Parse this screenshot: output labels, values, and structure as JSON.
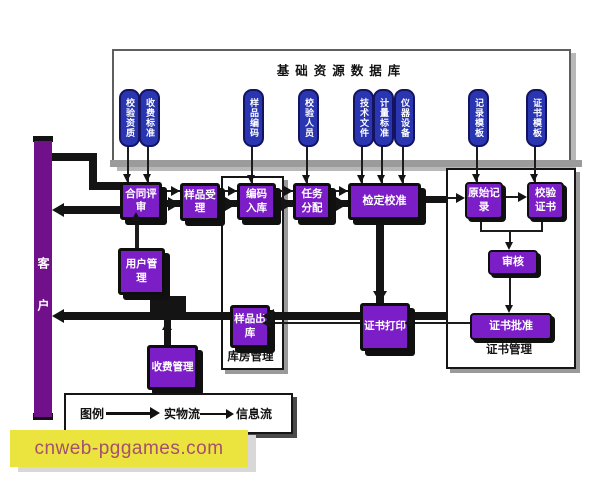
{
  "diagram": {
    "database": {
      "title": "基础资源数据库",
      "pills": [
        "校验资质",
        "收费标准",
        "样品编码",
        "校验人员",
        "技术文件",
        "计量标准",
        "仪器设备",
        "记录模板",
        "证书模板"
      ]
    },
    "actor": {
      "label": "客户"
    },
    "nodes": {
      "contract_review": "合同评审",
      "sample_accept": "样品受理",
      "code_instock": "编码入库",
      "task_assign": "任务分配",
      "calibration": "检定校准",
      "user_mgmt": "用户管理",
      "fee_mgmt": "收费管理",
      "sample_outstock": "样品出库",
      "cert_print": "证书打印",
      "original_record": "原始记录",
      "calib_cert": "校验证书",
      "audit": "审核",
      "cert_approve": "证书批准"
    },
    "groups": {
      "warehouse": "库房管理",
      "certificate": "证书管理"
    },
    "legend": {
      "label": "图例",
      "physical_flow": "实物流",
      "info_flow": "信息流"
    },
    "colors": {
      "node_purple": "#7b1ec8",
      "pill_blue": "#2a35b2",
      "actor_purple": "#70108a",
      "line_black": "#141414",
      "watermark_bg": "#ebe33e",
      "watermark_text": "#a4506e"
    }
  },
  "watermark": {
    "text": "cnweb-pggames.com"
  }
}
